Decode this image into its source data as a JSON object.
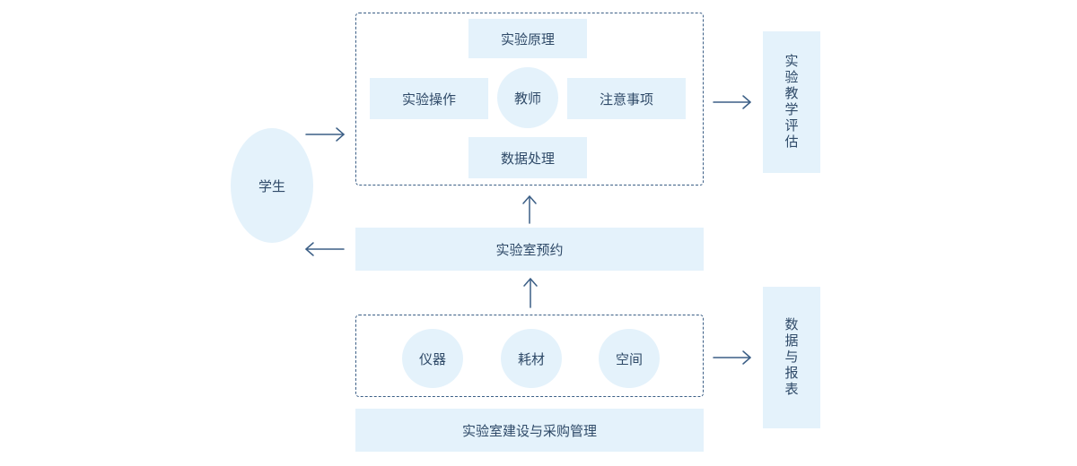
{
  "diagram": {
    "teaching": {
      "principle": "实验原理",
      "operation": "实验操作",
      "teacher": "教师",
      "notes": "注意事项",
      "data_processing": "数据处理"
    },
    "evaluation": "实验教学评估",
    "student": "学生",
    "reservation": "实验室预约",
    "resources": {
      "instrument": "仪器",
      "consumables": "耗材",
      "space": "空间"
    },
    "construction": "实验室建设与采购管理",
    "reports": "数据与报表"
  },
  "colors": {
    "box_fill": "#e4f2fb",
    "stroke": "#3c5f86",
    "text": "#2f4a68"
  }
}
